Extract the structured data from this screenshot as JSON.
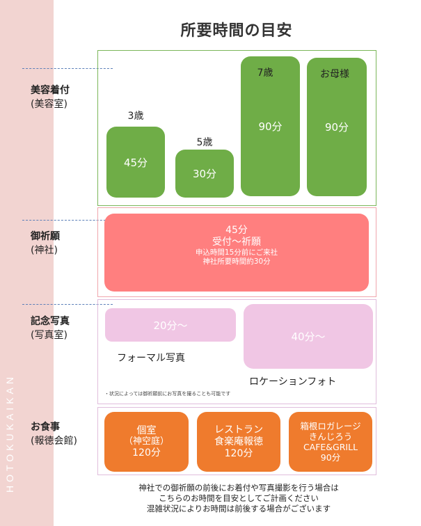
{
  "side_text": "HOTOKUKAIKAN",
  "title": "所要時間の目安",
  "sections": {
    "beauty": {
      "label": "美容着付",
      "sub": "(美容室)"
    },
    "prayer": {
      "label": "御祈願",
      "sub": "(神社)"
    },
    "photo": {
      "label": "記念写真",
      "sub": "(写真室)"
    },
    "meal": {
      "label": "お食事",
      "sub": "(報徳会館)"
    }
  },
  "beauty_items": [
    {
      "age": "3歳",
      "time": "45分"
    },
    {
      "age": "5歳",
      "time": "30分"
    },
    {
      "age": "7歳",
      "time": "90分"
    },
    {
      "age": "お母様",
      "time": "90分"
    }
  ],
  "prayer_box": {
    "time": "45分",
    "line1": "受付～祈願",
    "line2": "申込時間15分前にご来社",
    "line3": "神社所要時間約30分"
  },
  "photo_items": [
    {
      "time": "20分～",
      "caption": "フォーマル写真"
    },
    {
      "time": "40分～",
      "caption": "ロケーションフォト"
    }
  ],
  "photo_note": "・状況によっては御祈願前にお写真を撮ることも可能です",
  "meal_items": [
    {
      "line1": "個室",
      "line2": "（神空庭）",
      "line3": "120分"
    },
    {
      "line1": "レストラン",
      "line2": "食楽庵報徳",
      "line3": "120分"
    },
    {
      "line1": "箱根ロガレージ",
      "line2": "きんじろう",
      "line3": "CAFE&GRILL",
      "line4": "90分"
    }
  ],
  "footer": {
    "line1": "神社での御祈願の前後にお着付や写真撮影を行う場合は",
    "line2": "こちらのお時間を目安としてご計画ください",
    "line3": "混雑状況によりお時間は前後する場合がございます"
  },
  "colors": {
    "side_band": "#f2d4d1",
    "green": "#6fad47",
    "red": "#ff7f7f",
    "lilac": "#f0c6e4",
    "orange": "#ef7b2d",
    "dash": "#5b7fb8"
  }
}
